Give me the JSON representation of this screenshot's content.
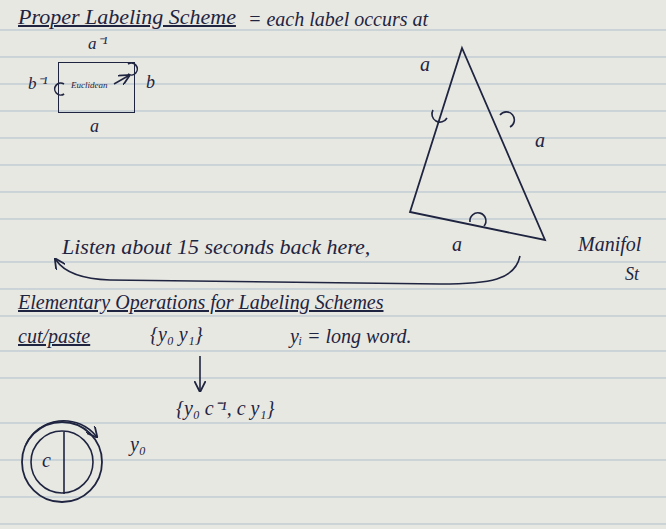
{
  "diagram": {
    "title": "Proper Labeling Scheme",
    "nodes": [
      {
        "text": [
          "Euclidean"
        ]
      },
      {
        "text": [
          "c"
        ]
      }
    ],
    "labels": [
      "= each label occurs at",
      "a⁻¹",
      "b⁻¹",
      "b",
      "a",
      "a",
      "a",
      "a",
      "Listen about 15 seconds back here,",
      "Manifol",
      "St",
      "Elementary Operations for Labeling Schemes",
      "cut/paste",
      "{y₀ y₁}",
      "yᵢ = long word.",
      "y₀",
      "{y₀ c⁻¹, c y₁}"
    ]
  }
}
